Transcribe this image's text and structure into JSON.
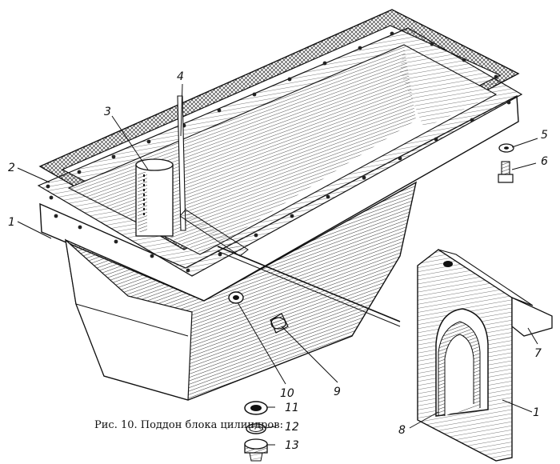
{
  "caption": "Рис. 10. Поддон блока цилиндров:",
  "callouts": {
    "c1a": "1",
    "c2": "2",
    "c3": "3",
    "c4": "4",
    "c5": "5",
    "c6": "6",
    "c7": "7",
    "c8": "8",
    "c9": "9",
    "c10": "10",
    "c11": "11",
    "c12": "12",
    "c13": "13",
    "c1b": "1"
  }
}
